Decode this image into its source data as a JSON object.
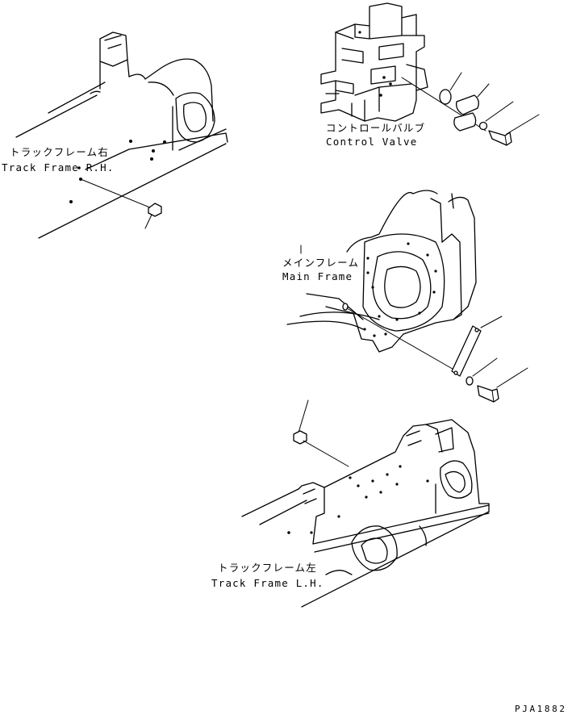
{
  "labels": {
    "track_frame_rh_jp": "トラックフレーム右",
    "track_frame_rh_en": "Track Frame R.H.",
    "control_valve_jp": "コントロールバルブ",
    "control_valve_en": "Control Valve",
    "main_frame_jp": "メインフレーム",
    "main_frame_en": "Main Frame",
    "track_frame_lh_jp": "トラックフレーム左",
    "track_frame_lh_en": "Track Frame L.H."
  },
  "drawing_code": "PJA1882"
}
